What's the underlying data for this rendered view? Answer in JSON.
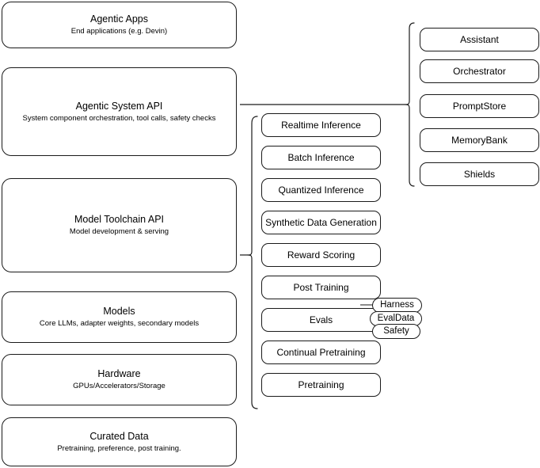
{
  "diagram": {
    "title": "Agentic stack layers",
    "colors": {
      "stroke": "#1a1a1a",
      "fill": "#ffffff",
      "text": "#000000"
    }
  },
  "layers": [
    {
      "id": "agentic-apps",
      "title": "Agentic Apps",
      "subtitle": "End applications (e.g. Devin)"
    },
    {
      "id": "agentic-system-api",
      "title": "Agentic System API",
      "subtitle": "System component orchestration, tool calls, safety checks"
    },
    {
      "id": "model-toolchain-api",
      "title": "Model Toolchain API",
      "subtitle": "Model development & serving"
    },
    {
      "id": "models",
      "title": "Models",
      "subtitle": "Core LLMs, adapter weights, secondary models"
    },
    {
      "id": "hardware",
      "title": "Hardware",
      "subtitle": "GPUs/Accelerators/Storage"
    },
    {
      "id": "curated-data",
      "title": "Curated Data",
      "subtitle": "Pretraining, preference, post training."
    }
  ],
  "system_components": [
    {
      "id": "assistant",
      "label": "Assistant"
    },
    {
      "id": "orchestrator",
      "label": "Orchestrator"
    },
    {
      "id": "promptstore",
      "label": "PromptStore"
    },
    {
      "id": "memorybank",
      "label": "MemoryBank"
    },
    {
      "id": "shields",
      "label": "Shields"
    }
  ],
  "toolchain_components": [
    {
      "id": "realtime-inference",
      "label": "Realtime Inference"
    },
    {
      "id": "batch-inference",
      "label": "Batch Inference"
    },
    {
      "id": "quantized-inference",
      "label": "Quantized Inference"
    },
    {
      "id": "synthetic-data-generation",
      "label": "Synthetic Data Generation"
    },
    {
      "id": "reward-scoring",
      "label": "Reward Scoring"
    },
    {
      "id": "post-training",
      "label": "Post Training"
    },
    {
      "id": "evals",
      "label": "Evals"
    },
    {
      "id": "continual-pretraining",
      "label": "Continual Pretraining"
    },
    {
      "id": "pretraining",
      "label": "Pretraining"
    }
  ],
  "evals_tags": [
    {
      "id": "harness",
      "label": "Harness"
    },
    {
      "id": "evaldata",
      "label": "EvalData"
    },
    {
      "id": "safety",
      "label": "Safety"
    }
  ]
}
